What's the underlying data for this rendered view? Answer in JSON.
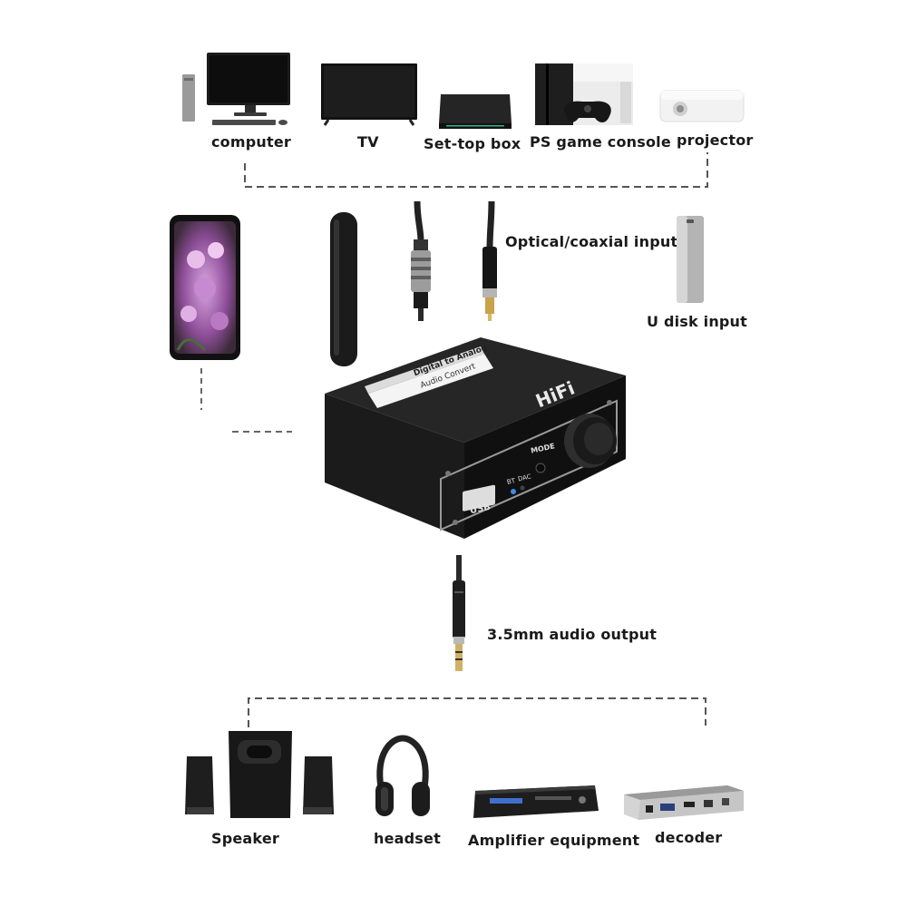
{
  "sources": {
    "computer": "computer",
    "tv": "TV",
    "settop": "Set-top box",
    "console": "PS game console",
    "projector": "projector"
  },
  "inputs": {
    "optical_coaxial": "Optical/coaxial input",
    "udisk": "U disk input"
  },
  "device": {
    "label_line1": "Digital to Analog",
    "label_line2": "Audio Convert",
    "brand": "HiFi",
    "mode": "MODE",
    "bt": "BT",
    "dac": "DAC",
    "usb": "USB"
  },
  "output": {
    "label": "3.5mm audio output"
  },
  "outputs": {
    "speaker": "Speaker",
    "headset": "headset",
    "amplifier": "Amplifier equipment",
    "decoder": "decoder"
  }
}
